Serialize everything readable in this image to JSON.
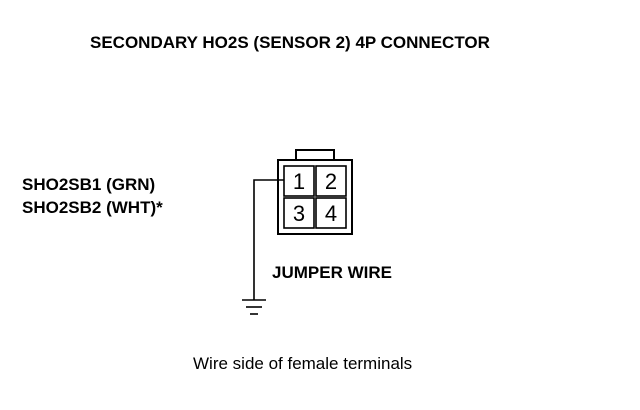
{
  "title": "SECONDARY HO2S (SENSOR 2) 4P CONNECTOR",
  "terminal_labels": [
    "SHO2SB1 (GRN)",
    "SHO2SB2 (WHT)*"
  ],
  "connector": {
    "pins": [
      "1",
      "2",
      "3",
      "4"
    ]
  },
  "jumper_label": "JUMPER WIRE",
  "caption": "Wire side of female terminals",
  "colors": {
    "ink": "#000000",
    "background": "#ffffff"
  }
}
